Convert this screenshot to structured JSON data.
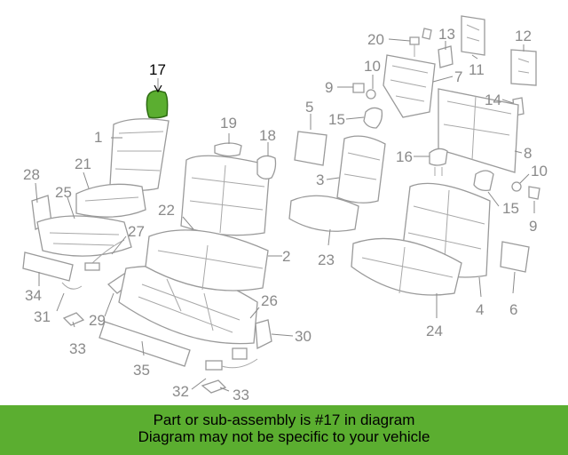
{
  "diagram": {
    "highlight_color": "#5bae30",
    "highlighted_part": "17",
    "callouts": [
      "17",
      "1",
      "21",
      "28",
      "25",
      "27",
      "34",
      "31",
      "33",
      "29",
      "35",
      "32",
      "33",
      "19",
      "18",
      "22",
      "2",
      "26",
      "30",
      "20",
      "13",
      "11",
      "12",
      "10",
      "9",
      "7",
      "14",
      "5",
      "15",
      "8",
      "16",
      "3",
      "10",
      "23",
      "15",
      "9",
      "24",
      "4",
      "6"
    ]
  },
  "banner": {
    "background": "#5bae30",
    "line1": "Part or sub-assembly is #17 in diagram",
    "line2": "Diagram may not be specific to your vehicle"
  }
}
